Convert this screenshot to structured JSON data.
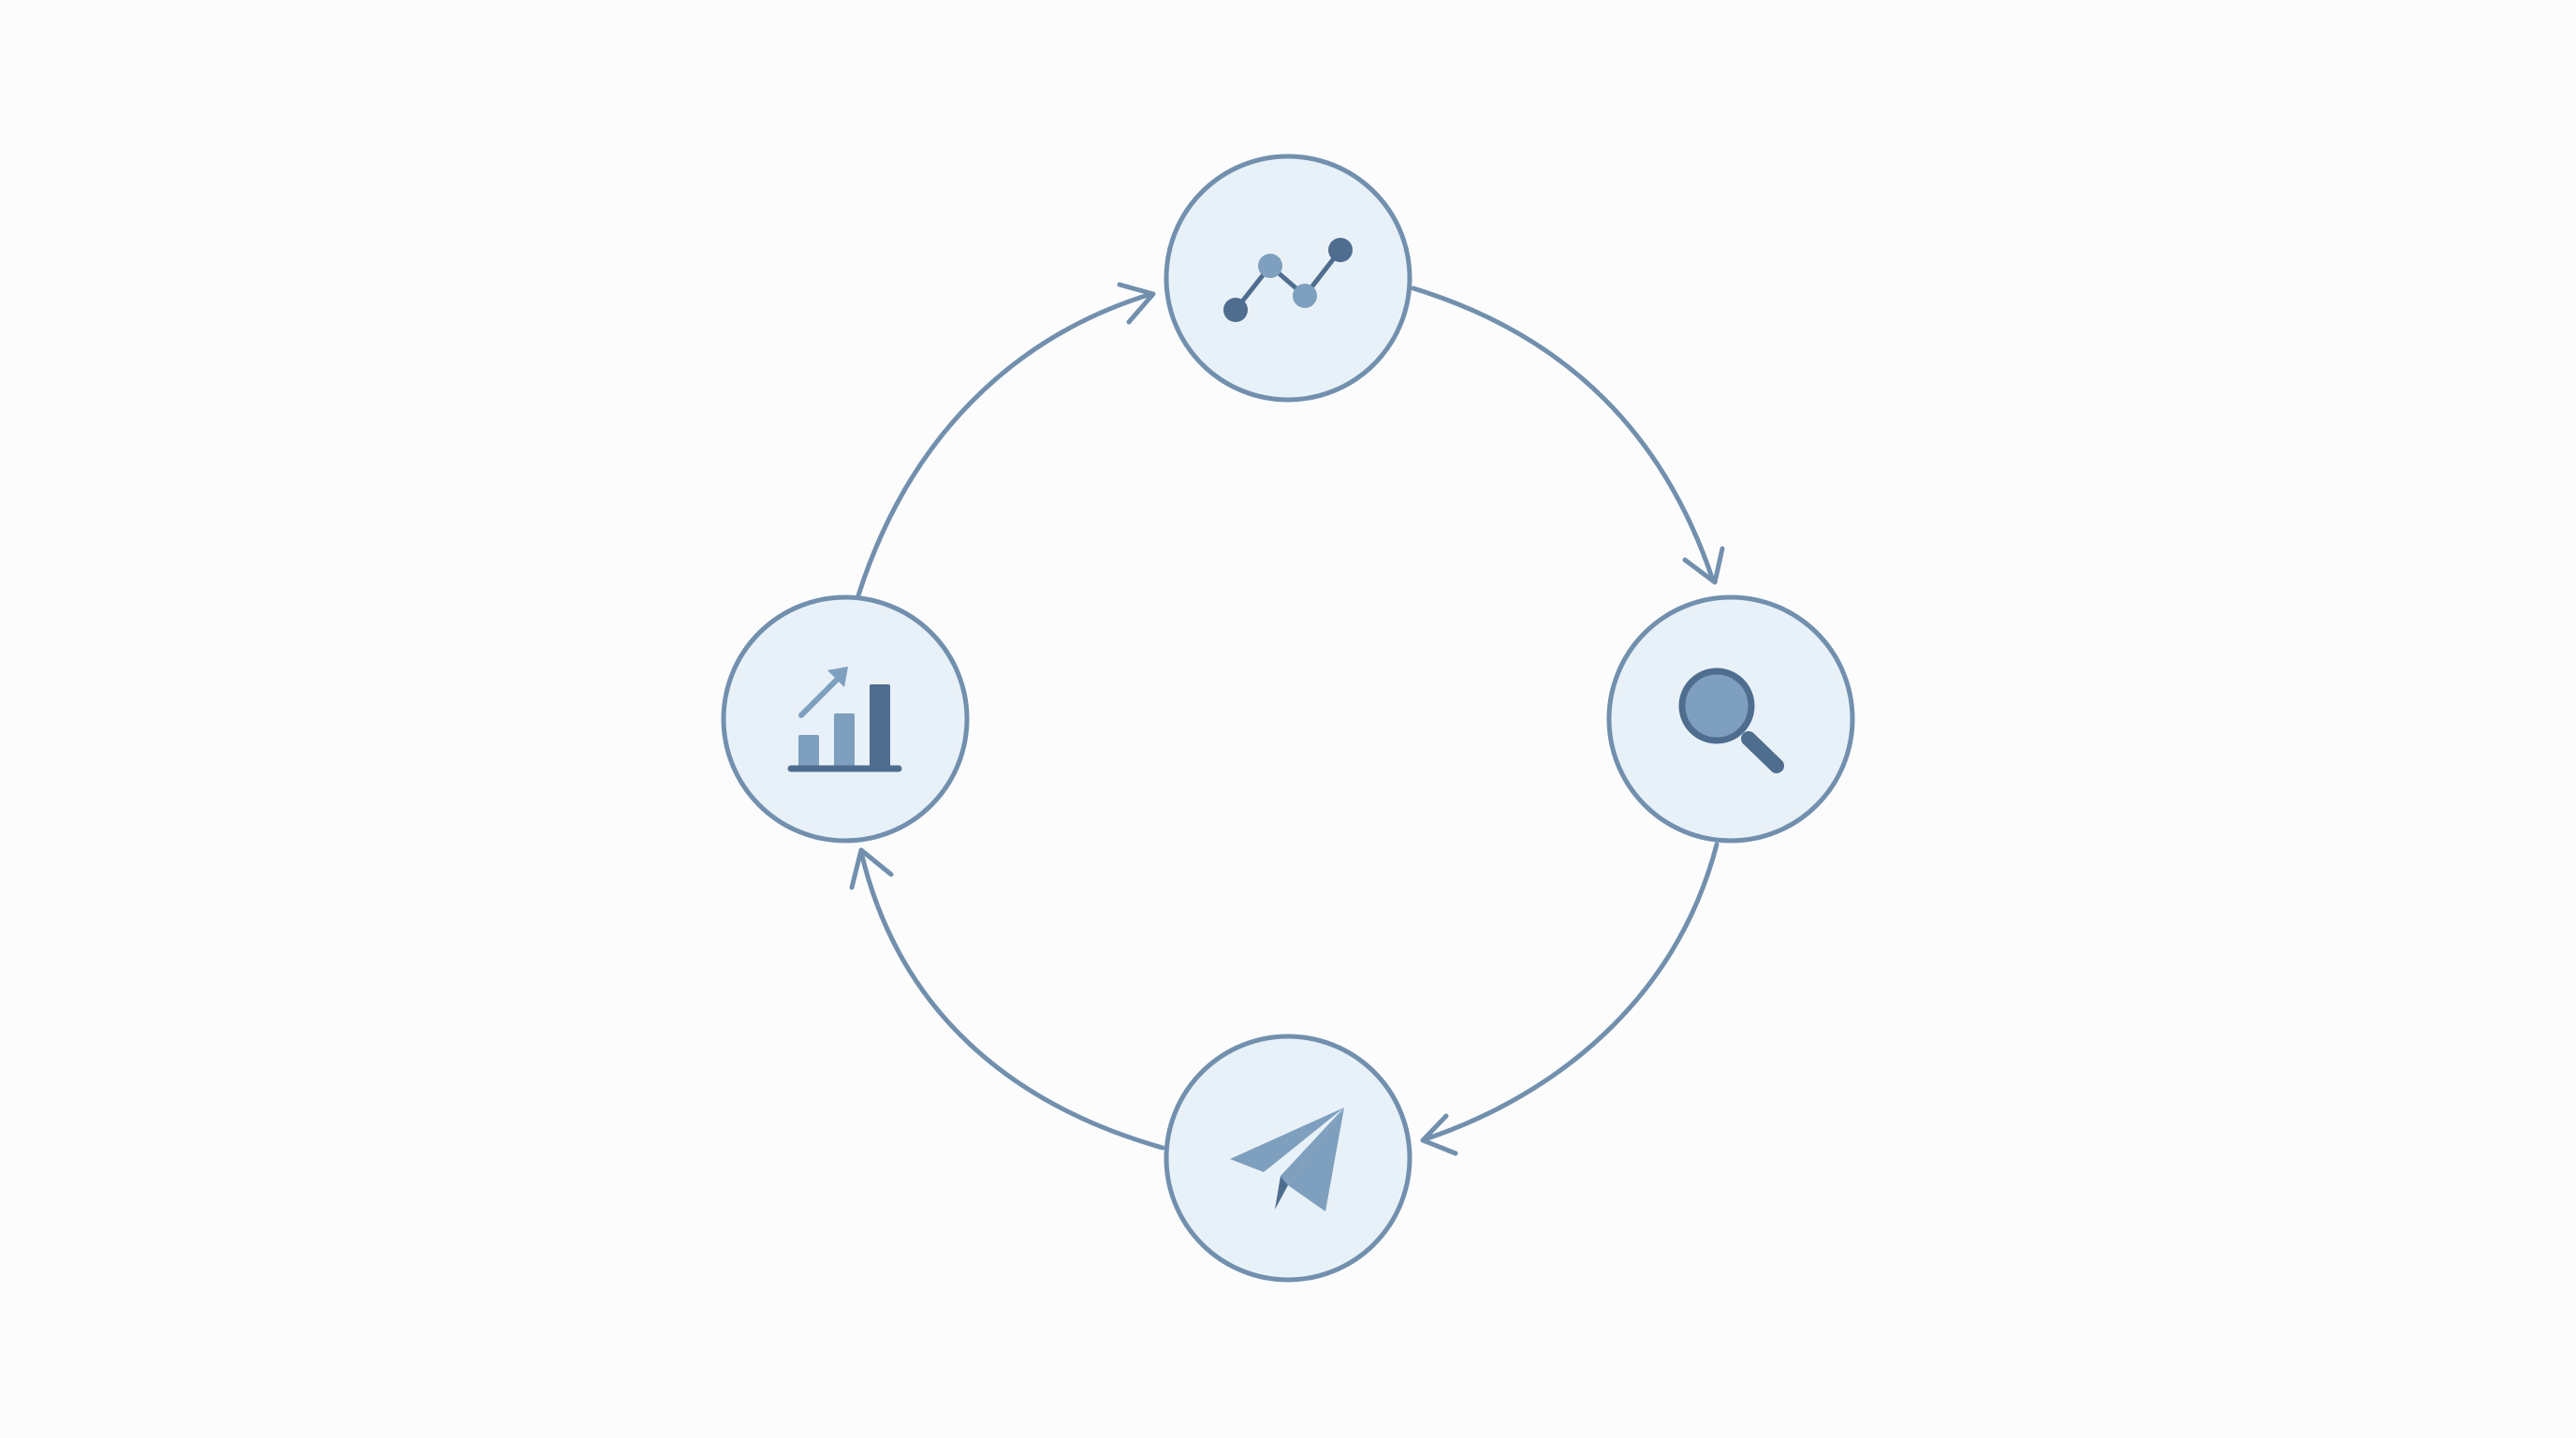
{
  "colors": {
    "background": "#fcfcfc",
    "node_fill": "#e8f1f8",
    "stroke": "#7290ae",
    "icon_dark": "#4f6d8f",
    "icon_light": "#7e9fbe"
  },
  "nodes": [
    {
      "id": "top",
      "icon": "line-chart-icon"
    },
    {
      "id": "right",
      "icon": "magnifier-icon"
    },
    {
      "id": "bottom",
      "icon": "paper-plane-icon"
    },
    {
      "id": "left",
      "icon": "growth-bar-chart-icon"
    }
  ],
  "cycle_direction": "clockwise"
}
